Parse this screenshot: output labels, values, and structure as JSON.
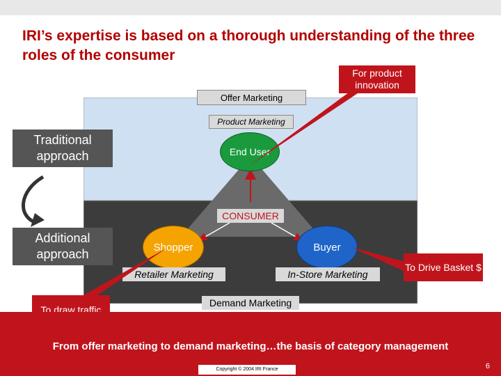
{
  "title": "IRI’s expertise is based on a thorough understanding of the three roles of the consumer",
  "boxes": {
    "offer_marketing": "Offer Marketing",
    "product_marketing": "Product Marketing",
    "consumer": "CONSUMER",
    "retailer_marketing": "Retailer Marketing",
    "in_store_marketing": "In-Store Marketing",
    "demand_marketing": "Demand Marketing"
  },
  "nodes": {
    "end_user": "End User",
    "shopper": "Shopper",
    "buyer": "Buyer"
  },
  "callouts": {
    "product_innovation": "For product innovation",
    "traditional": "Traditional approach",
    "additional": "Additional approach",
    "draw_traffic": "To draw traffic",
    "drive_basket": "To Drive Basket $"
  },
  "footer": {
    "tagline": "From offer marketing to demand marketing…the basis of category management",
    "copyright": "Copyright © 2004 IRI France",
    "page_number": "6"
  },
  "colors": {
    "title": "#b30000",
    "accent_red": "#c0141c",
    "gray_callout": "#555555",
    "upper_panel": "#cfe0f2",
    "lower_panel": "#3c3c3c",
    "end_user_node": "#1a9a3c",
    "shopper_node": "#f5a300",
    "buyer_node": "#1f64c8"
  }
}
